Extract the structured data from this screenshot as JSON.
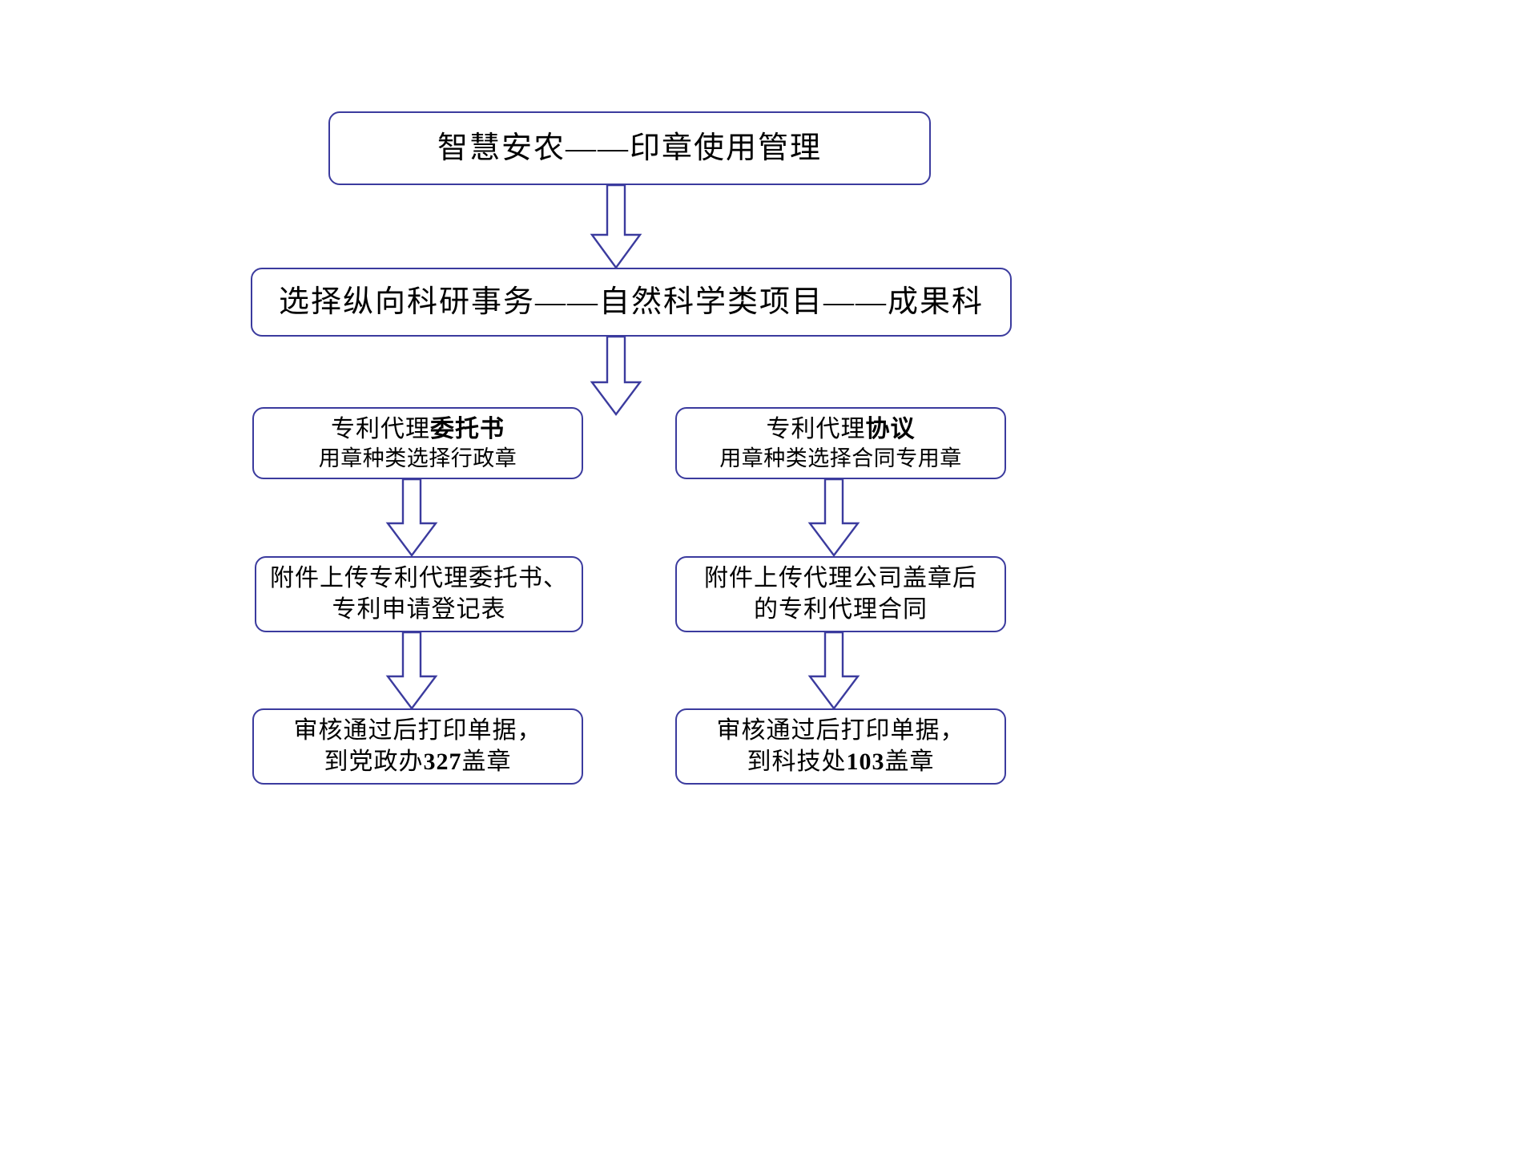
{
  "document": {
    "title": "智慧安农——印章使用管理",
    "type": "flowchart"
  },
  "theme": {
    "box_border": "#3b3b9e",
    "arrow_stroke": "#3b3b9e",
    "background": "#ffffff",
    "text": "#000000"
  },
  "nodes": {
    "title": {
      "text": "智慧安农——印章使用管理"
    },
    "stage": {
      "text": "选择纵向科研事务——自然科学类项目——成果科"
    },
    "branch_left": {
      "line1_normal": "专利代理",
      "line1_bold": "委托书",
      "line2": "用章种类选择行政章"
    },
    "branch_right": {
      "line1_normal": "专利代理",
      "line1_bold": "协议",
      "line2": "用章种类选择合同专用章"
    },
    "upload_left": {
      "line1": "附件上传专利代理委托书、",
      "line2": "专利申请登记表"
    },
    "upload_right": {
      "line1": "附件上传代理公司盖章后",
      "line2": "的专利代理合同"
    },
    "print_left": {
      "line1": "审核通过后打印单据，",
      "line2_prefix": "到党政办",
      "line2_number": "327",
      "line2_suffix": "盖章"
    },
    "print_right": {
      "line1": "审核通过后打印单据，",
      "line2_prefix": "到科技处",
      "line2_number": "103",
      "line2_suffix": "盖章"
    }
  },
  "connectors": [
    {
      "name": "arrow-title-to-stage",
      "direction": "down"
    },
    {
      "name": "arrow-stage-to-branches",
      "direction": "down"
    },
    {
      "name": "arrow-branch-left-to-upload-left",
      "direction": "down"
    },
    {
      "name": "arrow-branch-right-to-upload-right",
      "direction": "down"
    },
    {
      "name": "arrow-upload-left-to-print-left",
      "direction": "down"
    },
    {
      "name": "arrow-upload-right-to-print-right",
      "direction": "down"
    }
  ]
}
